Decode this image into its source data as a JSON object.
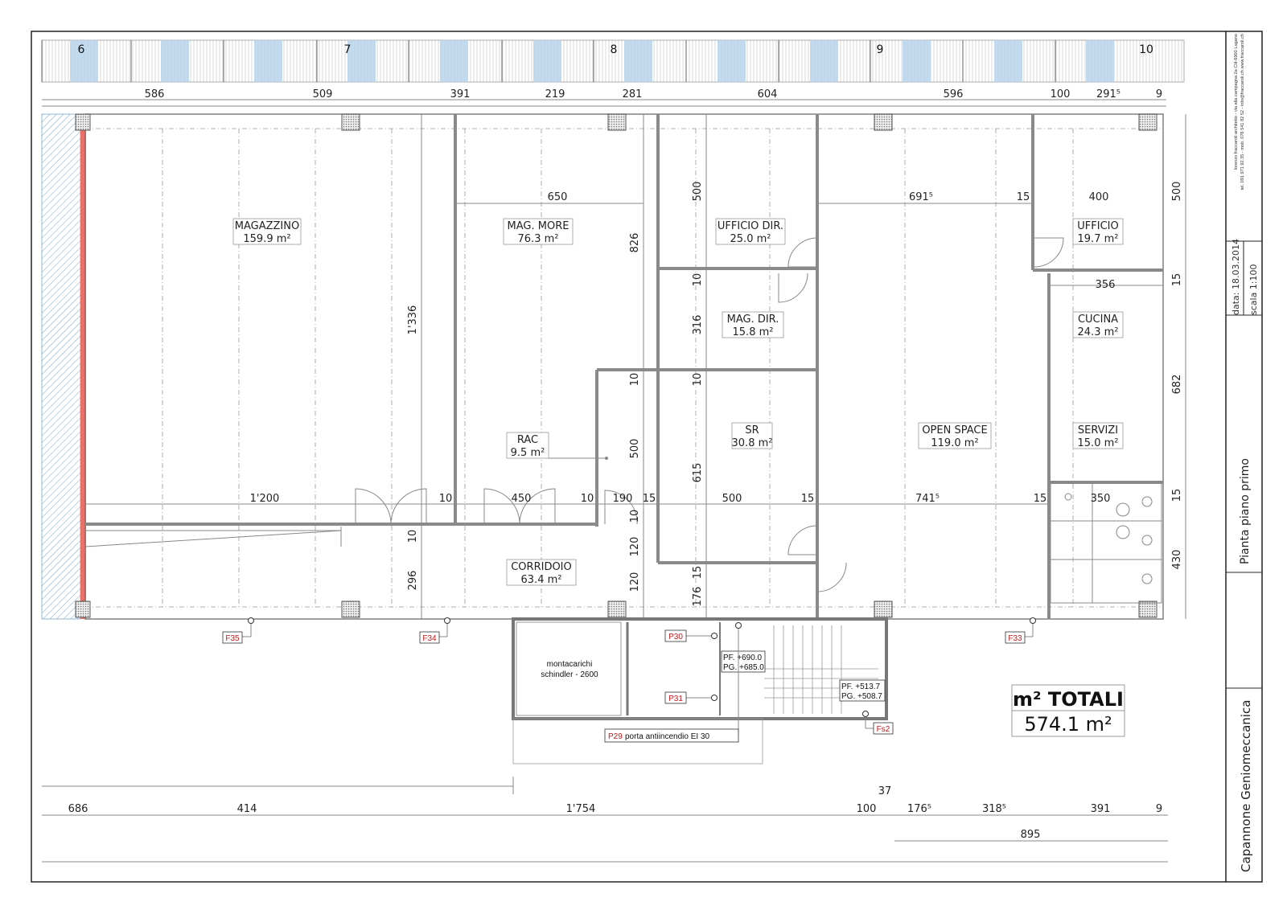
{
  "grid_axes": [
    "6",
    "7",
    "8",
    "9",
    "10"
  ],
  "top_dims": [
    "586",
    "509",
    "391",
    "219",
    "281",
    "604",
    "596",
    "100",
    "291⁵",
    "9"
  ],
  "rooms": [
    {
      "name": "MAGAZZINO",
      "area": "159.9 m²"
    },
    {
      "name": "MAG. MORE",
      "area": "76.3 m²"
    },
    {
      "name": "UFFICIO DIR.",
      "area": "25.0 m²"
    },
    {
      "name": "UFFICIO",
      "area": "19.7 m²"
    },
    {
      "name": "MAG. DIR.",
      "area": "15.8 m²"
    },
    {
      "name": "CUCINA",
      "area": "24.3 m²"
    },
    {
      "name": "RAC",
      "area": "9.5 m²"
    },
    {
      "name": "SR",
      "area": "30.8 m²"
    },
    {
      "name": "OPEN SPACE",
      "area": "119.0 m²"
    },
    {
      "name": "SERVIZI",
      "area": "15.0 m²"
    },
    {
      "name": "CORRIDOIO",
      "area": "63.4 m²"
    }
  ],
  "inner_dims": [
    "650",
    "691⁵",
    "15",
    "400",
    "356",
    "1'200",
    "10",
    "450",
    "10",
    "190",
    "15",
    "500",
    "15",
    "741⁵",
    "15",
    "350"
  ],
  "vertical_dims": [
    "1'336",
    "826",
    "10",
    "500",
    "10",
    "120",
    "120",
    "500",
    "10",
    "316",
    "10",
    "615",
    "15",
    "176",
    "10",
    "296"
  ],
  "right_dims": [
    "500",
    "15",
    "682",
    "15",
    "430"
  ],
  "tags": [
    "F35",
    "F34",
    "F33",
    "P30",
    "P31",
    "Fs2",
    "P29"
  ],
  "lift": {
    "line1": "montacarichi",
    "line2": "schindler - 2600"
  },
  "levels_a": {
    "pf": "PF. +690.0",
    "pg": "PG. +685.0"
  },
  "levels_b": {
    "pf": "PF. +513.7",
    "pg": "PG. +508.7"
  },
  "door_note": "porta antiincendio EI 30",
  "totals": {
    "title": "m² TOTALI",
    "value": "574.1 m²"
  },
  "bottom_dims": [
    "37",
    "686",
    "414",
    "1'754",
    "100",
    "176⁵",
    "318⁵",
    "391",
    "9",
    "895"
  ],
  "title_block": {
    "architect": "lorenzo fraccaroli architetto - via alla campagna 2a CH-6900 Lugano",
    "contacts": "tel. 091 971 92 35 - mob. 076 541 82 52 - info@fraccaroli.ch www.fraccaroli.ch",
    "date": "data: 18.03.2014",
    "scale": "scala 1:100",
    "drawing": "Pianta piano primo",
    "project": "Capannone Geniomeccanica"
  },
  "colors": {
    "facade_blue": "#b8d4ec",
    "red_line": "#e8706a",
    "tag_red": "#c41a1a"
  }
}
